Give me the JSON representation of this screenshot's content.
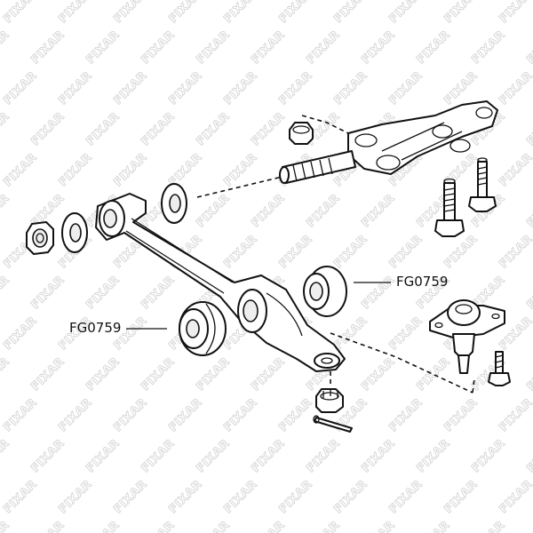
{
  "callouts": {
    "right": "FG0759",
    "left": "FG0759"
  },
  "watermark": {
    "text": "FIXAR",
    "color": "#c9c9c9"
  }
}
